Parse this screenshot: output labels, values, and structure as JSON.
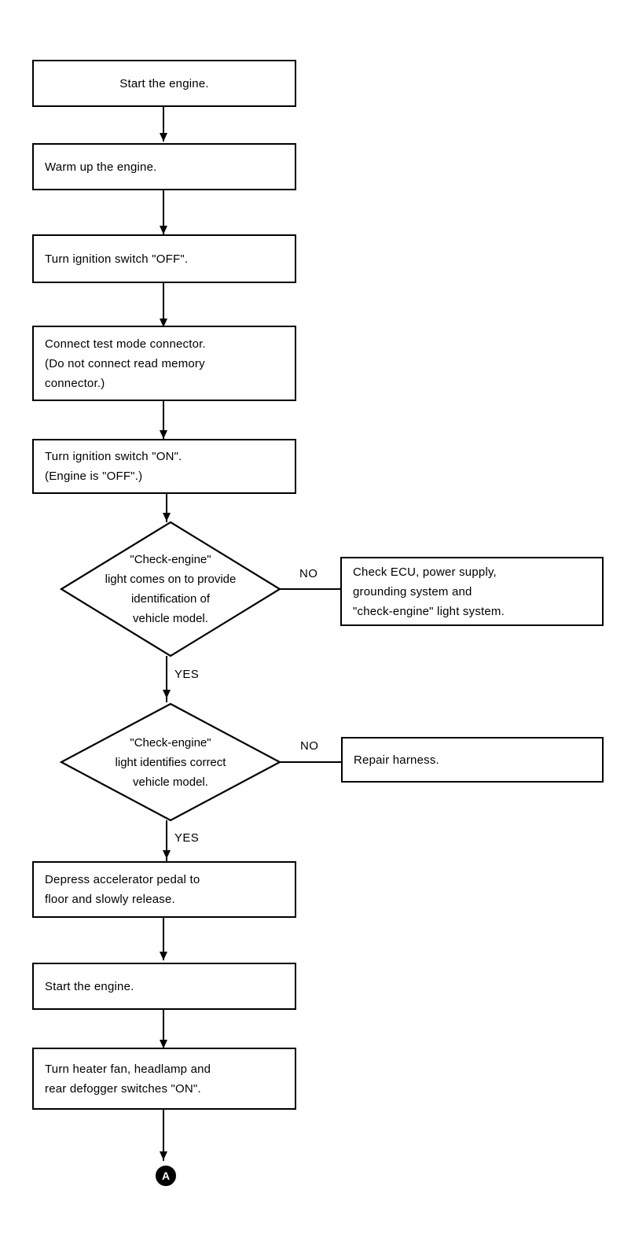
{
  "diagram": {
    "title": "Engine diagnostic test mode flowchart",
    "ink_color": "#000000",
    "paper_color": "#ffffff"
  },
  "nodes": {
    "start_engine_1": {
      "text": "Start the engine."
    },
    "warm_up": {
      "text": "Warm up the engine."
    },
    "ignition_off": {
      "text": "Turn ignition switch \"OFF\"."
    },
    "connect_test_mode": {
      "text": "Connect test mode connector.\n(Do not connect read memory\nconnector.)"
    },
    "ignition_on": {
      "text": "Turn ignition switch \"ON\".\n(Engine is \"OFF\".)"
    },
    "decision_light_comes_on": {
      "text": "\"Check-engine\"\nlight comes on to provide\nidentification of\nvehicle model."
    },
    "check_ecu": {
      "text": "Check ECU, power supply,\ngrounding system and\n\"check-engine\" light system."
    },
    "decision_light_identifies": {
      "text": "\"Check-engine\"\nlight identifies  correct\nvehicle model."
    },
    "repair_harness": {
      "text": "Repair harness."
    },
    "depress_pedal": {
      "text": "Depress accelerator pedal to\nfloor and slowly release."
    },
    "start_engine_2": {
      "text": "Start the engine."
    },
    "turn_switches_on": {
      "text": "Turn heater fan, headlamp and\nrear defogger switches \"ON\"."
    },
    "connector_a": {
      "label": "A"
    }
  },
  "branch_labels": {
    "no_1": "NO",
    "yes_1": "YES",
    "no_2": "NO",
    "yes_2": "YES"
  }
}
